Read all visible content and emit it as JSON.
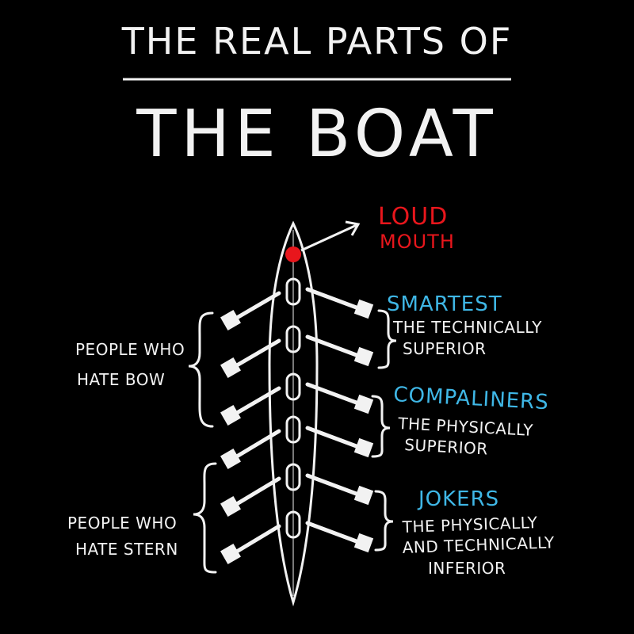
{
  "title": {
    "line1": "THE REAL PARTS OF",
    "line2": "THE BOAT"
  },
  "labels": {
    "cox_line1": "LOUD",
    "cox_line2": "MOUTH",
    "smartest_title": "SMARTEST",
    "smartest_line1": "THE TECHNICALLY",
    "smartest_line2": "SUPERIOR",
    "compaliners_title": "COMPALINERS",
    "compaliners_line1": "THE PHYSICALLY",
    "compaliners_line2": "SUPERIOR",
    "jokers_title": "JOKERS",
    "jokers_line1": "THE PHYSICALLY",
    "jokers_line2": "AND TECHNICALLY",
    "jokers_line3": "INFERIOR",
    "bow_line1": "PEOPLE WHO",
    "bow_line2": "HATE BOW",
    "stern_line1": "PEOPLE WHO",
    "stern_line2": "HATE STERN"
  },
  "colors": {
    "background": "#000000",
    "chalk": "#f2f2f2",
    "red": "#e8161c",
    "blue": "#3fb7e6"
  }
}
